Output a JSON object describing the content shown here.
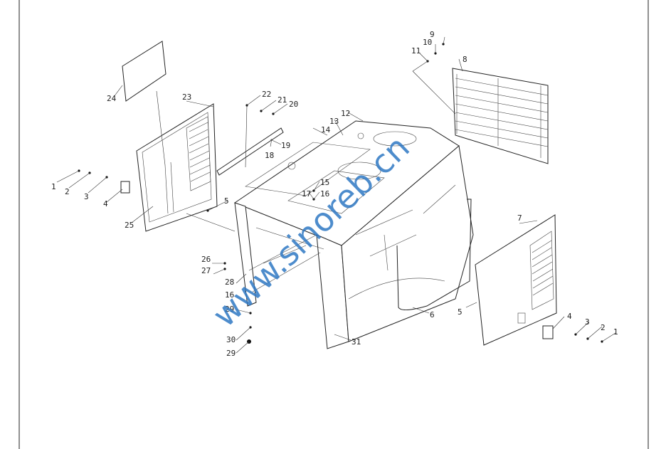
{
  "callouts": [
    "1",
    "2",
    "3",
    "4",
    "5",
    "6",
    "7",
    "8",
    "9",
    "10",
    "11",
    "12",
    "13",
    "14",
    "15",
    "16",
    "17",
    "18",
    "19",
    "20",
    "21",
    "22",
    "23",
    "24",
    "25",
    "26",
    "27",
    "28",
    "29",
    "30",
    "31"
  ],
  "watermark": "www.sinoreb.cn",
  "colors": {
    "line": "#222222",
    "watermark": "#2f78c4",
    "background": "#ffffff"
  }
}
